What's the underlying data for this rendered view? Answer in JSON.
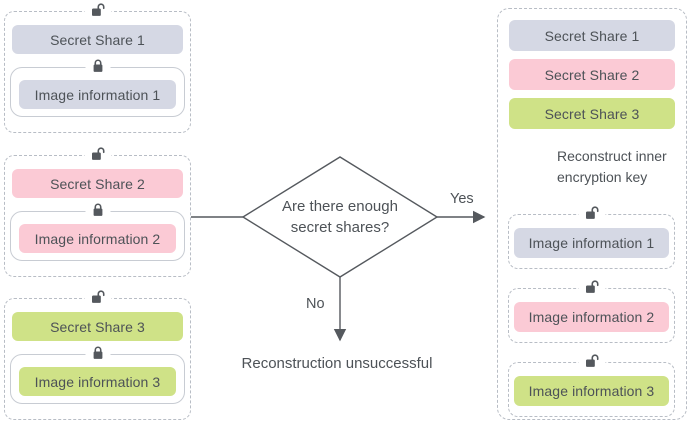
{
  "colors": {
    "share1": "#D5D8E4",
    "share2": "#FBCAD5",
    "share3": "#CFE287",
    "dashed_border": "#B8BDC5",
    "solid_border": "#C8CCD3",
    "line": "#55595E",
    "text": "#4D5257"
  },
  "left_groups": [
    {
      "share_label": "Secret Share 1",
      "image_label": "Image information 1",
      "color": "#D5D8E4"
    },
    {
      "share_label": "Secret Share 2",
      "image_label": "Image information 2",
      "color": "#FBCAD5"
    },
    {
      "share_label": "Secret Share 3",
      "image_label": "Image information 3",
      "color": "#CFE287"
    }
  ],
  "decision": {
    "question_line1": "Are there enough",
    "question_line2": "secret shares?",
    "yes_label": "Yes",
    "no_label": "No"
  },
  "failure_label": "Reconstruction unsuccessful",
  "right_panel": {
    "shares": [
      {
        "label": "Secret Share 1",
        "color": "#D5D8E4"
      },
      {
        "label": "Secret Share 2",
        "color": "#FBCAD5"
      },
      {
        "label": "Secret Share 3",
        "color": "#CFE287"
      }
    ],
    "arrow_label": [
      "Reconstruct inner",
      "encryption key"
    ],
    "images": [
      {
        "label": "Image information 1",
        "color": "#D5D8E4"
      },
      {
        "label": "Image information 2",
        "color": "#FBCAD5"
      },
      {
        "label": "Image information 3",
        "color": "#CFE287"
      }
    ]
  },
  "icons": {
    "open_lock": "open-lock-icon",
    "closed_lock": "closed-lock-icon"
  }
}
